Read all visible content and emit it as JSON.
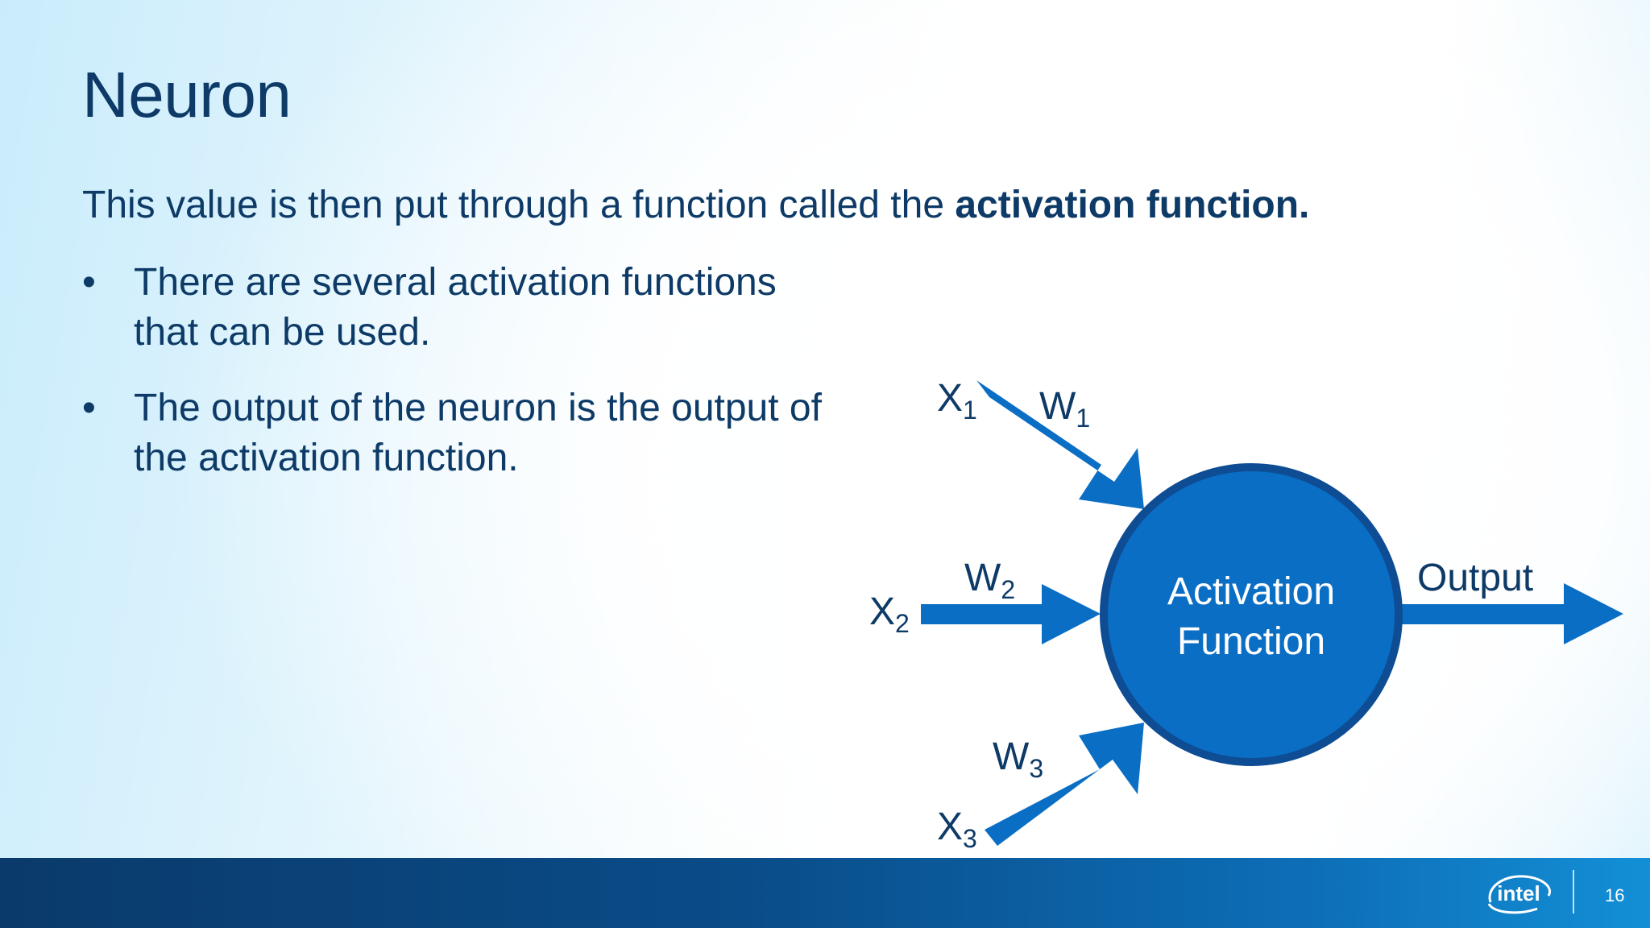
{
  "slide": {
    "title": "Neuron",
    "lead_text": "This value is then put through a function called the ",
    "lead_bold": "activation function.",
    "bullets": [
      {
        "marker": "•",
        "text": "There are several activation functions that can be used."
      },
      {
        "marker": "•",
        "text": "The output of the neuron is the output of the activation function."
      }
    ]
  },
  "diagram": {
    "inputs": [
      {
        "x_base": "X",
        "x_sub": "1",
        "w_base": "W",
        "w_sub": "1"
      },
      {
        "x_base": "X",
        "x_sub": "2",
        "w_base": "W",
        "w_sub": "2"
      },
      {
        "x_base": "X",
        "x_sub": "3",
        "w_base": "W",
        "w_sub": "3"
      }
    ],
    "node_label_line1": "Activation",
    "node_label_line2": "Function",
    "output_label": "Output",
    "colors": {
      "arrow": "#0a6ec5",
      "node_fill": "#0a6ec5",
      "node_border": "#0e4d94",
      "text": "#0d3a66"
    }
  },
  "footer": {
    "logo_text": "intel",
    "page_number": "16"
  }
}
